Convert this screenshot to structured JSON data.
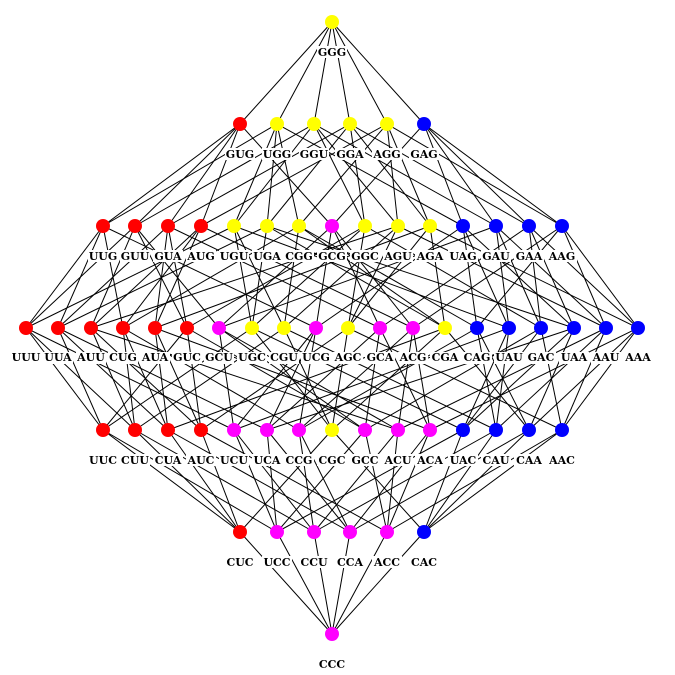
{
  "title": "Codon lattice",
  "node_colors": {
    "U": "#ff0000",
    "G": "#ffff00",
    "C": "#ff00ff",
    "A": "#0000ff"
  },
  "edge_color": "#000000",
  "levels": [
    [
      "GGG"
    ],
    [
      "GUG",
      "UGG",
      "GGU",
      "GGA",
      "AGG",
      "GAG"
    ],
    [
      "UUG",
      "GUU",
      "GUA",
      "AUG",
      "UGU",
      "UGA",
      "CGG",
      "GCG",
      "GGC",
      "AGU",
      "AGA",
      "UAG",
      "GAU",
      "GAA",
      "AAG"
    ],
    [
      "UUU",
      "UUA",
      "AUU",
      "CUG",
      "AUA",
      "GUC",
      "GCU",
      "UGC",
      "CGU",
      "UCG",
      "AGC",
      "GCA",
      "ACG",
      "CGA",
      "CAG",
      "UAU",
      "GAC",
      "UAA",
      "AAU",
      "AAA"
    ],
    [
      "UUC",
      "CUU",
      "CUA",
      "AUC",
      "UCU",
      "UCA",
      "CCG",
      "CGC",
      "GCC",
      "ACU",
      "ACA",
      "UAC",
      "CAU",
      "CAA",
      "AAC"
    ],
    [
      "CUC",
      "UCC",
      "CCU",
      "CCA",
      "ACC",
      "CAC"
    ],
    [
      "CCC"
    ]
  ]
}
